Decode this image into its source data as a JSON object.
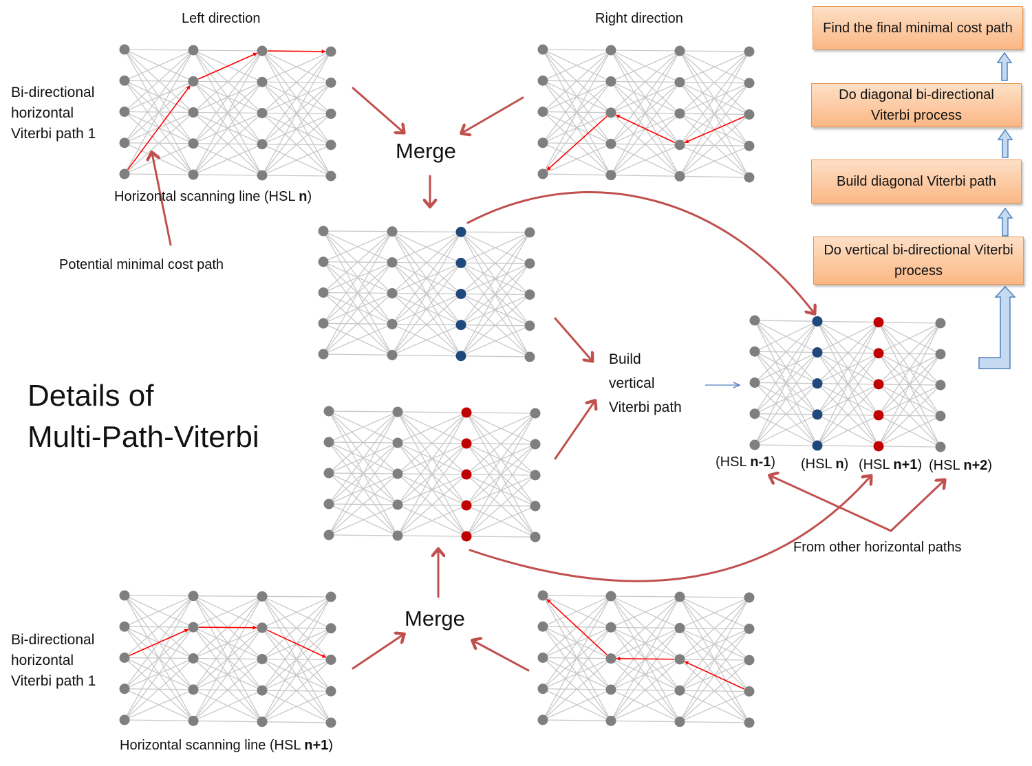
{
  "labels": {
    "left_direction": "Left direction",
    "right_direction": "Right direction",
    "bi_path_top": [
      "Bi-directional",
      "horizontal",
      "Viterbi path 1"
    ],
    "bi_path_bottom": [
      "Bi-directional",
      "horizontal",
      "Viterbi path 1"
    ],
    "hsl_top": {
      "text": "Horizontal scanning  line (HSL ",
      "bold": "n",
      "close": ")"
    },
    "hsl_bottom": {
      "text": "Horizontal scanning  line (HSL ",
      "bold": "n+1",
      "close": ")"
    },
    "potential": "Potential minimal cost path",
    "merge_top": "Merge",
    "merge_bottom": "Merge",
    "build_vertical": [
      "Build",
      "vertical",
      "Viterbi path"
    ],
    "details_title": [
      "Details of",
      "Multi-Path-Viterbi"
    ],
    "from_other": "From other horizontal paths",
    "hsl_labels": [
      {
        "pre": "(HSL ",
        "bold": "n-1",
        "post": ")"
      },
      {
        "pre": "(HSL ",
        "bold": "n",
        "post": ")"
      },
      {
        "pre": "(HSL ",
        "bold": "n+1",
        "post": ")"
      },
      {
        "pre": "(HSL ",
        "bold": "n+2",
        "post": ")"
      }
    ]
  },
  "flow_steps": [
    "Find the final minimal cost path",
    "Do diagonal bi-directional Viterbi process",
    "Build diagonal Viterbi path",
    "Do vertical bi-directional Viterbi process"
  ],
  "colors": {
    "node": "#7f7f7f",
    "edge": "#c8c8c8",
    "selected_path": "#ff0000",
    "flow_arrow": "#c0504d",
    "blue_node": "#1f497d",
    "red_node": "#c00000",
    "step_box_fill": "#fbc08f",
    "step_box_border": "#e8964f",
    "up_arrow_fill": "#c5d9f1",
    "up_arrow_border": "#4f81bd",
    "thin_arrow": "#4f81bd"
  }
}
